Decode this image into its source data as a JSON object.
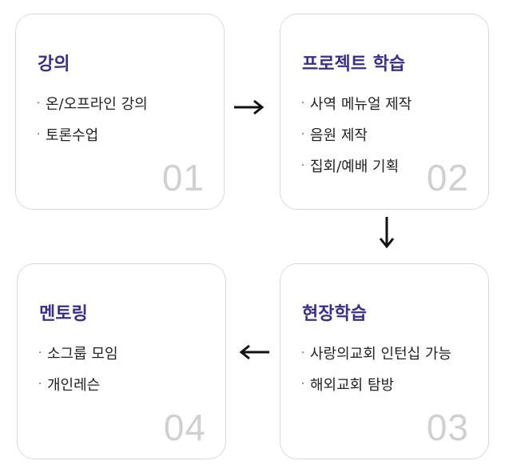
{
  "steps": [
    {
      "title": "강의",
      "items": [
        "온/오프라인 강의",
        "토론수업"
      ],
      "number": "01"
    },
    {
      "title": "프로젝트 학습",
      "items": [
        "사역 메뉴얼 제작",
        "음원 제작",
        "집회/예배 기획"
      ],
      "number": "02"
    },
    {
      "title": "현장학습",
      "items": [
        "사랑의교회 인턴십 가능",
        "해외교회 탐방"
      ],
      "number": "03"
    },
    {
      "title": "멘토링",
      "items": [
        "소그룹 모임",
        "개인레슨"
      ],
      "number": "04"
    }
  ],
  "bullet": "·",
  "colors": {
    "title": "#3a2f86",
    "number": "#d0d0d0",
    "border": "#d9d9d9",
    "arrow": "#111111"
  }
}
